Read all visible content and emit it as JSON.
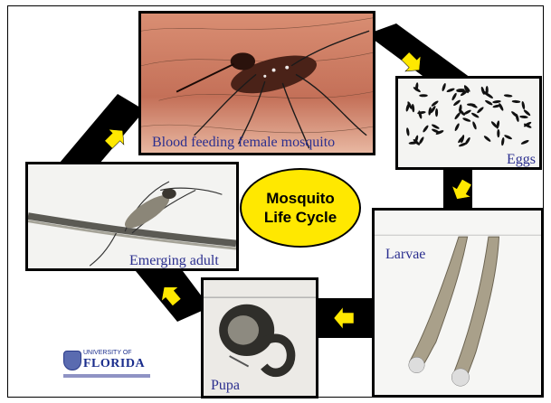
{
  "title": {
    "line1": "Mosquito",
    "line2": "Life Cycle"
  },
  "stages": {
    "blood_feeding": "Blood feeding female mosquito",
    "eggs": "Eggs",
    "larvae": "Larvae",
    "pupa": "Pupa",
    "emerging_adult": "Emerging adult"
  },
  "logo": {
    "line1": "UNIVERSITY OF",
    "line2": "FLORIDA"
  },
  "colors": {
    "label_text": "#2b2f8f",
    "title_fill": "#ffe800",
    "arrow_fill": "#ffe800",
    "connector": "#000000"
  },
  "icons": {
    "arrow": "yellow-block-arrow",
    "logo": "university-seal-icon"
  }
}
